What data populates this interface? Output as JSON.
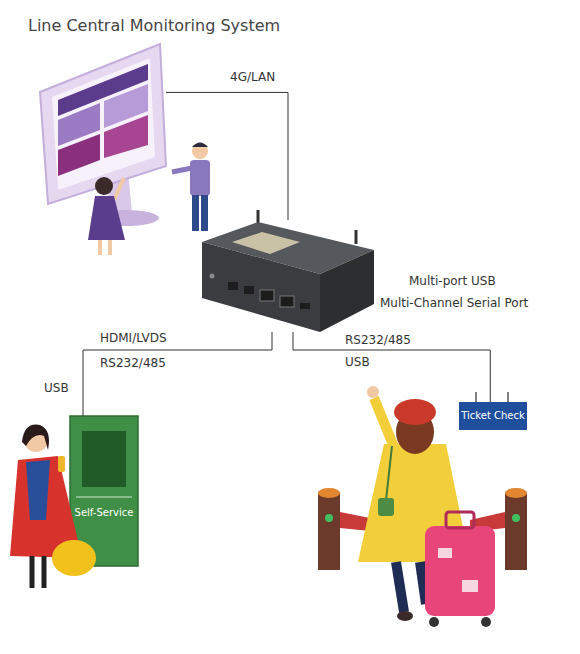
{
  "diagram": {
    "nodes": [
      {
        "text": [
          "Line Central Monitoring System"
        ]
      },
      {
        "text": [
          "Multi-port USB",
          "Multi-Channel Serial Port"
        ]
      },
      {
        "text": [
          "Self-Service"
        ]
      },
      {
        "text": [
          "Ticket Check"
        ]
      }
    ],
    "edges": [
      {
        "from": 0,
        "to": 1,
        "label": "4G/LAN",
        "arrow": "none"
      },
      {
        "from": 1,
        "to": 2,
        "label": "HDMI/LVDS",
        "arrow": "none"
      },
      {
        "from": 1,
        "to": 3,
        "label": "RS232/485",
        "arrow": "none"
      }
    ],
    "labels": [
      "RS232/485",
      "USB",
      "USB"
    ]
  }
}
